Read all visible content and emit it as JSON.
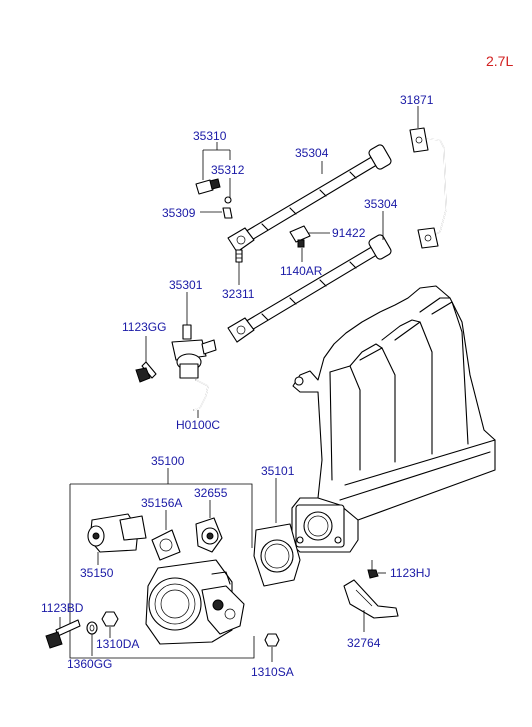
{
  "engine_label": "2.7L",
  "parts": {
    "p31871": "31871",
    "p35310": "35310",
    "p35312": "35312",
    "p35309": "35309",
    "p35304a": "35304",
    "p35304b": "35304",
    "p91422": "91422",
    "p1140AR": "1140AR",
    "p32311": "32311",
    "p35301": "35301",
    "p1123GG": "1123GG",
    "pH0100C": "H0100C",
    "p35100": "35100",
    "p35101": "35101",
    "p35156A": "35156A",
    "p32655": "32655",
    "p35150": "35150",
    "p1123HJ": "1123HJ",
    "p1123BD": "1123BD",
    "p1310DA": "1310DA",
    "p1360GG": "1360GG",
    "p1310SA": "1310SA",
    "p32764": "32764"
  }
}
